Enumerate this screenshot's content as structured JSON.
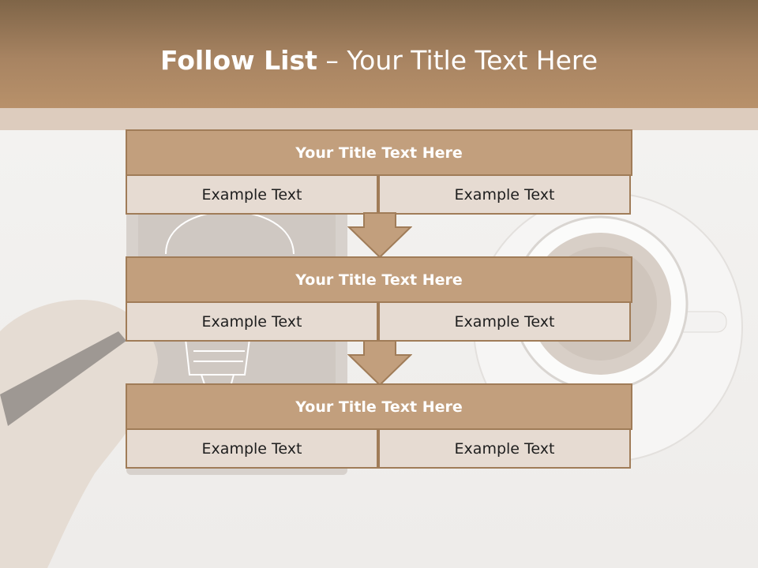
{
  "header": {
    "title_bold": "Follow List",
    "title_rest": " – Your Title Text Here"
  },
  "blocks": [
    {
      "title": "Your Title Text Here",
      "left": "Example Text",
      "right": "Example Text"
    },
    {
      "title": "Your Title Text Here",
      "left": "Example Text",
      "right": "Example Text"
    },
    {
      "title": "Your Title Text Here",
      "left": "Example Text",
      "right": "Example Text"
    }
  ],
  "colors": {
    "header_dark": "#7f6548",
    "header_light": "#b8916a",
    "band": "#ddccbe",
    "box_head": "#c29f7d",
    "box_cell": "#e6dbd2",
    "border": "#a07c58"
  },
  "icons": [
    "down-arrow-icon",
    "down-arrow-icon"
  ]
}
